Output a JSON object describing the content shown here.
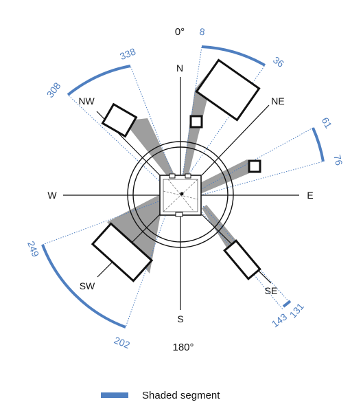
{
  "diagram": {
    "top_degree_label": "0°",
    "bottom_degree_label": "180°",
    "directions": {
      "n": "N",
      "ne": "NE",
      "e": "E",
      "se": "SE",
      "s": "S",
      "sw": "SW",
      "w": "W",
      "nw": "NW"
    },
    "segments": [
      {
        "id": "north-east",
        "start_label": "8",
        "end_label": "36"
      },
      {
        "id": "east",
        "start_label": "61",
        "end_label": "76"
      },
      {
        "id": "south-east",
        "start_label": "131",
        "end_label": "143"
      },
      {
        "id": "south-west",
        "start_label": "202",
        "end_label": "249"
      },
      {
        "id": "north-west",
        "start_label": "308",
        "end_label": "338"
      }
    ]
  },
  "legend": {
    "label": "Shaded segment",
    "color": "#4f7fc0"
  },
  "colors": {
    "shade": "#9e9e9e",
    "segment": "#4f7fc0",
    "line": "#111111"
  }
}
